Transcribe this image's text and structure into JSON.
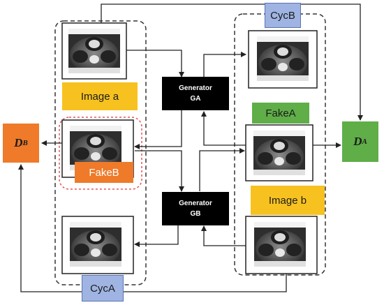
{
  "labels": {
    "cyc_b": "CycB",
    "cyc_a": "CycA",
    "fake_a": "FakeA",
    "fake_b": "FakeB",
    "image_a": "Image a",
    "image_b": "Image b"
  },
  "generators": {
    "ga": {
      "line1": "Generator",
      "line2": "GA"
    },
    "gb": {
      "line1": "Generator",
      "line2": "GB"
    }
  },
  "discriminators": {
    "db": {
      "letter": "D",
      "sub": "B"
    },
    "da": {
      "letter": "D",
      "sub": "A"
    }
  },
  "colors": {
    "cyc_blue": "#9fb4e2",
    "green": "#5fae48",
    "orange": "#ee7a2a",
    "yellow": "#f7c21f",
    "fakeb_dash": "#e55353"
  }
}
